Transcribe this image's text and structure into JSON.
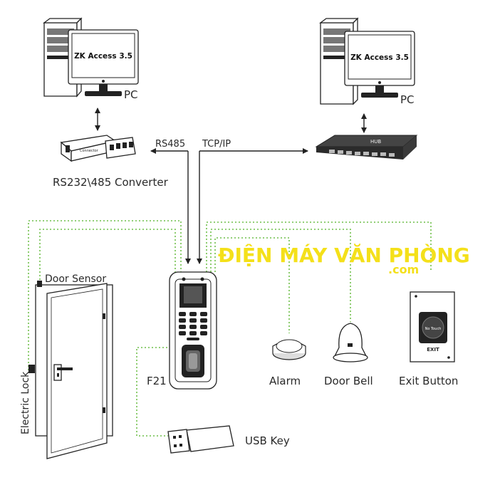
{
  "pc_left": {
    "screen_text": "ZK Access 3.5",
    "label": "PC"
  },
  "pc_right": {
    "screen_text": "ZK Access 3.5",
    "label": "PC"
  },
  "converter": {
    "label": "RS232\\485 Converter",
    "small_text": "Connector"
  },
  "hub": {
    "brand": "HUB"
  },
  "links": {
    "rs485": "RS485",
    "tcpip": "TCP/IP"
  },
  "door": {
    "sensor_label": "Door Sensor",
    "lock_label": "Electric Lock"
  },
  "terminal": {
    "label": "F21"
  },
  "alarm": {
    "label": "Alarm"
  },
  "door_bell": {
    "label": "Door Bell"
  },
  "exit_button": {
    "label": "Exit Button",
    "touch_text": "No Touch",
    "exit_text": "EXIT"
  },
  "usb_key": {
    "label": "USB Key"
  },
  "watermark": {
    "main": "ĐIỆN MÁY VĂN PHÒNG",
    "sub": ".com"
  },
  "colors": {
    "line": "#222222",
    "dotted_wire": "#6fbf4a",
    "watermark": "#f4e01a"
  }
}
